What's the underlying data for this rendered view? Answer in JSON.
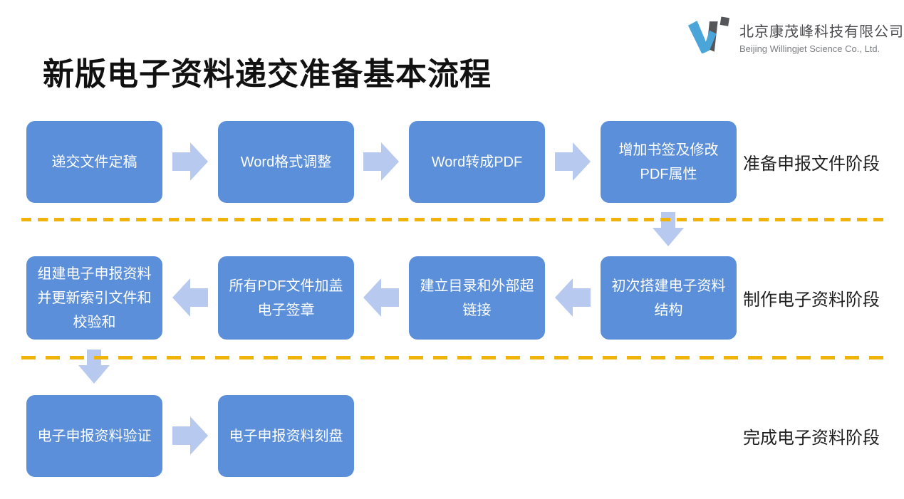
{
  "header": {
    "title": "新版电子资料递交准备基本流程"
  },
  "logo": {
    "icon": "willingjet-w-mark",
    "company_cn": "北京康茂峰科技有限公司",
    "company_en": "Beijing Willingjet Science Co., Ltd."
  },
  "colors": {
    "background": "#FFFFFF",
    "title_text": "#111111",
    "box_fill": "#5B8FD9",
    "box_text": "#FFFFFF",
    "arrow_fill": "#B7C9EF",
    "divider_yellow": "#EFB30A",
    "stage_label_text": "#1F1F1F",
    "logo_blue": "#4BA5D9",
    "logo_gray": "#55565A",
    "company_cn_text": "#4A4A4E",
    "company_en_text": "#7C7D81"
  },
  "flow": {
    "rows": [
      {
        "stage_label": "准备申报文件阶段",
        "direction": "right",
        "steps": [
          "递交文件定稿",
          "Word格式调整",
          "Word转成PDF",
          "增加书签及修改\nPDF属性"
        ]
      },
      {
        "stage_label": "制作电子资料阶段",
        "direction": "left",
        "steps": [
          "组建电子申报资料\n并更新索引文件和\n校验和",
          "所有PDF文件加盖\n电子签章",
          "建立目录和外部超\n链接",
          "初次搭建电子资料\n结构"
        ]
      },
      {
        "stage_label": "完成电子资料阶段",
        "direction": "right",
        "steps": [
          "电子申报资料验证",
          "电子申报资料刻盘"
        ]
      }
    ]
  }
}
